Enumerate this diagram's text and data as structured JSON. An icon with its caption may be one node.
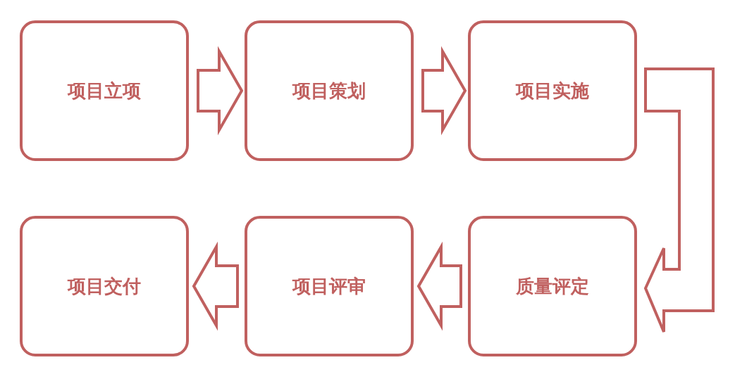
{
  "diagram": {
    "nodes": [
      {
        "text": [
          "项目立项"
        ]
      },
      {
        "text": [
          "项目策划"
        ]
      },
      {
        "text": [
          "项目实施"
        ]
      },
      {
        "text": [
          "质量评定"
        ]
      },
      {
        "text": [
          "项目评审"
        ]
      },
      {
        "text": [
          "项目交付"
        ]
      }
    ],
    "edges": [
      {
        "from": 0,
        "to": 1,
        "arrow": "to"
      },
      {
        "from": 1,
        "to": 2,
        "arrow": "to"
      },
      {
        "from": 2,
        "to": 3,
        "arrow": "to"
      },
      {
        "from": 3,
        "to": 4,
        "arrow": "to"
      },
      {
        "from": 4,
        "to": 5,
        "arrow": "to"
      }
    ]
  }
}
